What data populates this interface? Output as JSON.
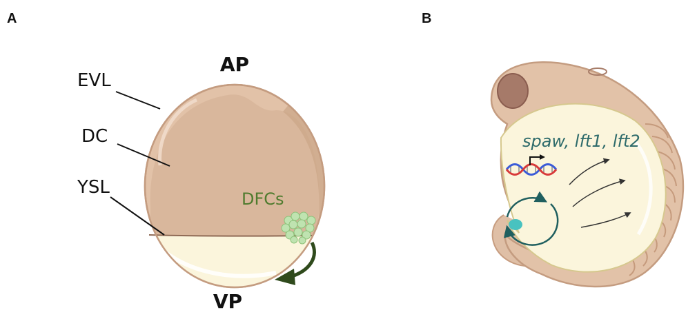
{
  "panels": [
    {
      "letter": "A",
      "labels": {
        "animal_pole": "AP",
        "vegetal_pole": "VP",
        "layers": [
          "EVL",
          "DC",
          "YSL"
        ],
        "cluster": "DFCs"
      }
    },
    {
      "letter": "B",
      "labels": {
        "genes": "spaw, lft1, lft2"
      }
    }
  ],
  "colors": {
    "embryo_tan": "#e3c3ab",
    "embryo_outline": "#c9a184",
    "yolk": "#fbf6df",
    "yolk_outline": "#d8cf9a",
    "dfc_green": "#bfe3b0",
    "dfc_label": "#4f7b2e",
    "arrow_green": "#2f4a1c",
    "gene_teal": "#2e6b6b",
    "kv_cyan": "#48c2c0",
    "dna_red": "#d83a3a",
    "dna_blue": "#3a5bd8"
  }
}
